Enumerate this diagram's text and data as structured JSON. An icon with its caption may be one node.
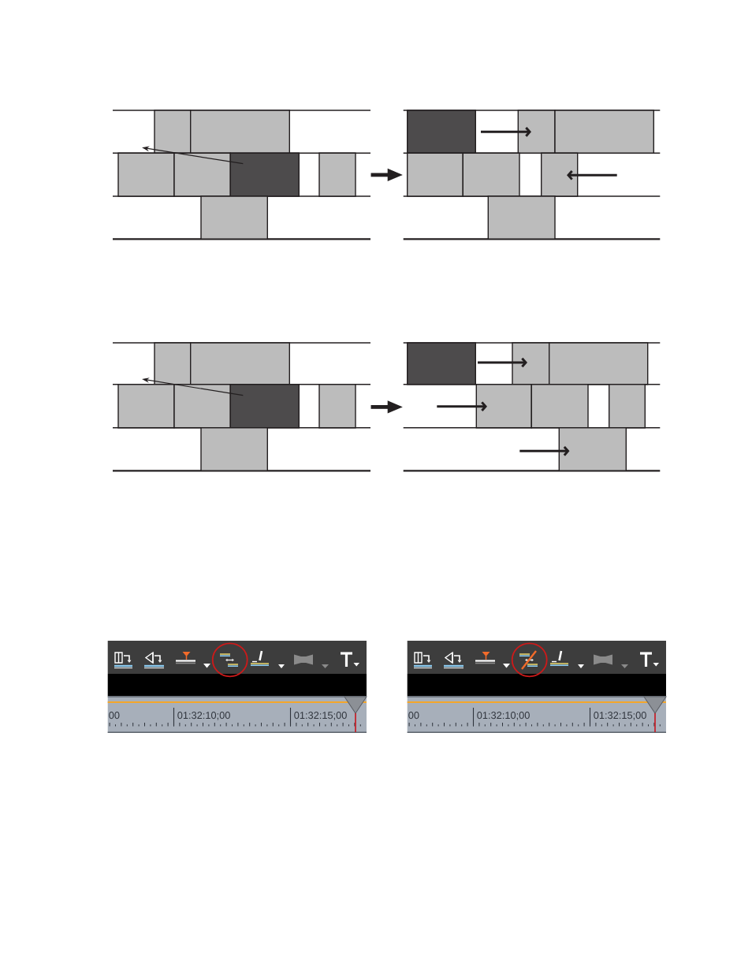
{
  "diagram": {
    "nodes": [
      {
        "text": [],
        "shape": "picture"
      },
      {
        "text": [],
        "shape": "picture"
      },
      {
        "text": [],
        "shape": "picture"
      },
      {
        "text": [],
        "shape": "picture"
      }
    ],
    "edges": [
      {
        "from": 0,
        "to": 1,
        "arrow": "to"
      },
      {
        "from": 2,
        "to": 3,
        "arrow": "to"
      }
    ],
    "labels": [
      "00",
      "01:32:10;00",
      "01:32:15;00",
      "00",
      "01:32:10;00",
      "01:32:15;00"
    ]
  }
}
